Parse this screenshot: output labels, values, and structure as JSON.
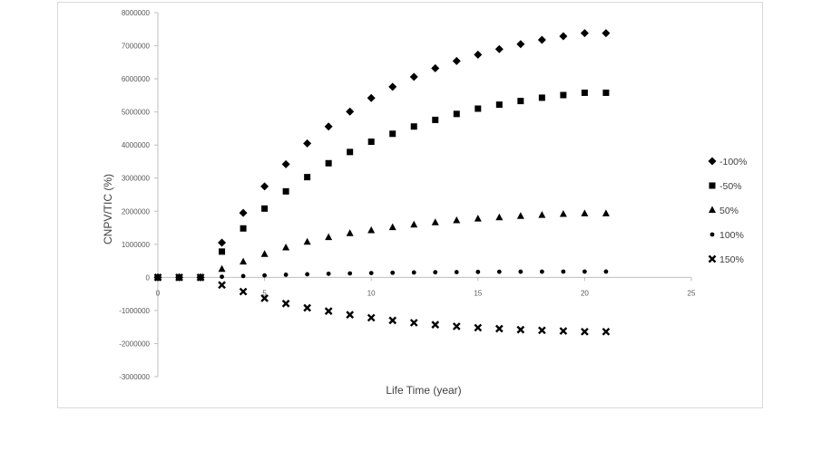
{
  "chart_data": {
    "type": "scatter",
    "title": "",
    "xlabel": "Life Time (year)",
    "ylabel": "CNPV/TIC (%)",
    "xlim": [
      0,
      25
    ],
    "ylim": [
      -3000000,
      8000000
    ],
    "x_ticks": [
      "0",
      "5",
      "10",
      "15",
      "20",
      "25"
    ],
    "y_ticks": [
      "8000000",
      "7000000",
      "6000000",
      "5000000",
      "4000000",
      "3000000",
      "2000000",
      "1000000",
      "0",
      "-1000000",
      "-2000000",
      "-3000000"
    ],
    "grid": false,
    "legend_position": "right",
    "x": [
      0,
      1,
      2,
      3,
      4,
      5,
      6,
      7,
      8,
      9,
      10,
      11,
      12,
      13,
      14,
      15,
      16,
      17,
      18,
      19,
      20,
      21
    ],
    "series": [
      {
        "name": "-100%",
        "marker": "diamond",
        "values": [
          0,
          0,
          0,
          1050000,
          1950000,
          2750000,
          3420000,
          4050000,
          4560000,
          5010000,
          5420000,
          5760000,
          6060000,
          6320000,
          6540000,
          6730000,
          6900000,
          7050000,
          7180000,
          7290000,
          7380000,
          7380000
        ]
      },
      {
        "name": "-50%",
        "marker": "square",
        "values": [
          0,
          0,
          0,
          780000,
          1480000,
          2080000,
          2600000,
          3030000,
          3450000,
          3790000,
          4100000,
          4340000,
          4560000,
          4760000,
          4940000,
          5100000,
          5220000,
          5330000,
          5430000,
          5510000,
          5580000,
          5580000
        ]
      },
      {
        "name": "50%",
        "marker": "triangle",
        "values": [
          0,
          0,
          0,
          250000,
          470000,
          700000,
          900000,
          1070000,
          1210000,
          1330000,
          1420000,
          1510000,
          1590000,
          1660000,
          1720000,
          1770000,
          1810000,
          1850000,
          1880000,
          1910000,
          1930000,
          1930000
        ]
      },
      {
        "name": "100%",
        "marker": "circle",
        "values": [
          0,
          0,
          0,
          20000,
          40000,
          60000,
          80000,
          95000,
          110000,
          120000,
          130000,
          140000,
          148000,
          155000,
          160000,
          165000,
          170000,
          172000,
          174000,
          175000,
          176000,
          176000
        ]
      },
      {
        "name": "150%",
        "marker": "x",
        "values": [
          0,
          0,
          0,
          -230000,
          -430000,
          -630000,
          -790000,
          -920000,
          -1020000,
          -1130000,
          -1220000,
          -1300000,
          -1370000,
          -1430000,
          -1480000,
          -1520000,
          -1550000,
          -1580000,
          -1600000,
          -1620000,
          -1640000,
          -1640000
        ]
      }
    ]
  },
  "colors": {
    "marker": "#000000",
    "axis": "#bfbfbf",
    "frame": "#d9d9d9",
    "text": "#404040"
  }
}
